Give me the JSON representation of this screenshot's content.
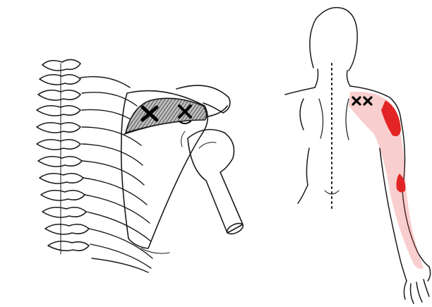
{
  "figure": {
    "illustration_left": "posterior-shoulder-skeleton-with-supraspinatus",
    "illustration_right": "back-view-torso-with-referred-pain-pattern",
    "trigger_point_symbol": "x-mark",
    "trigger_point_count_left": 2,
    "trigger_point_count_right": 2,
    "colors": {
      "line": "#1a1a1a",
      "muscle_fill": "#6b6b6b",
      "pain_primary": "#e32424",
      "pain_spillover": "#e85050",
      "background": "#ffffff"
    }
  }
}
